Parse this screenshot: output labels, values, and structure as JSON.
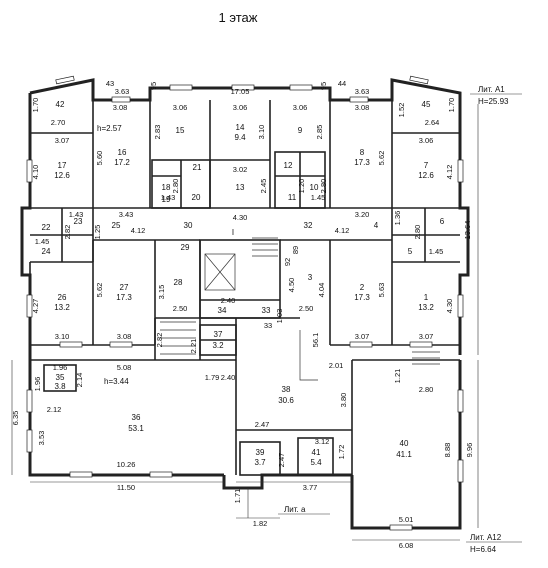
{
  "title": "1 этаж",
  "labels": {
    "lit_a1": "Лит. А1",
    "h_a1": "H=25.93",
    "lit_a12": "Лит. А12",
    "h_a12": "H=6.64",
    "lit_a": "Лит. а"
  },
  "heights": {
    "h_16": "h=2.57",
    "h_36": "h=3.44"
  },
  "rooms": [
    {
      "num": "42",
      "area": ""
    },
    {
      "num": "45",
      "area": ""
    },
    {
      "num": "15",
      "area": ""
    },
    {
      "num": "14",
      "area": "9.4"
    },
    {
      "num": "9",
      "area": ""
    },
    {
      "num": "17",
      "area": "12.6"
    },
    {
      "num": "16",
      "area": "17.2"
    },
    {
      "num": "8",
      "area": "17.3"
    },
    {
      "num": "7",
      "area": "12.6"
    },
    {
      "num": "13",
      "area": ""
    },
    {
      "num": "21",
      "area": ""
    },
    {
      "num": "18",
      "area": ""
    },
    {
      "num": "19",
      "area": ""
    },
    {
      "num": "20",
      "area": ""
    },
    {
      "num": "12",
      "area": ""
    },
    {
      "num": "10",
      "area": ""
    },
    {
      "num": "11",
      "area": ""
    },
    {
      "num": "22",
      "area": ""
    },
    {
      "num": "23",
      "area": ""
    },
    {
      "num": "24",
      "area": ""
    },
    {
      "num": "25",
      "area": ""
    },
    {
      "num": "30",
      "area": ""
    },
    {
      "num": "I",
      "area": ""
    },
    {
      "num": "32",
      "area": ""
    },
    {
      "num": "4",
      "area": ""
    },
    {
      "num": "5",
      "area": ""
    },
    {
      "num": "6",
      "area": ""
    },
    {
      "num": "29",
      "area": ""
    },
    {
      "num": "26",
      "area": "13.2"
    },
    {
      "num": "27",
      "area": "17.3"
    },
    {
      "num": "28",
      "area": ""
    },
    {
      "num": "3",
      "area": ""
    },
    {
      "num": "2",
      "area": "17.3"
    },
    {
      "num": "1",
      "area": "13.2"
    },
    {
      "num": "34",
      "area": ""
    },
    {
      "num": "33",
      "area": ""
    },
    {
      "num": "37",
      "area": "3.2"
    },
    {
      "num": "35",
      "area": "3.8"
    },
    {
      "num": "36",
      "area": "53.1"
    },
    {
      "num": "38",
      "area": "30.6"
    },
    {
      "num": "39",
      "area": "3.7"
    },
    {
      "num": "41",
      "area": "5.4"
    },
    {
      "num": "40",
      "area": "41.1"
    }
  ],
  "dimensions": [
    "43",
    "3.63",
    "95",
    "17.05",
    "95",
    "44",
    "3.63",
    "1.52",
    "1.70",
    "3.08",
    "3.06",
    "3.06",
    "3.06",
    "3.08",
    "1.70",
    "2.70",
    "2.64",
    "3.07",
    "3.06",
    "5.60",
    "2.83",
    "3.10",
    "2.85",
    "5.62",
    "4.10",
    "4.12",
    "3.02",
    "2.45",
    "2.80",
    "1.43",
    "1.45",
    "1.20",
    "2.80",
    "1.43",
    "3.43",
    "4.30",
    "3.20",
    "1.36",
    "2.82",
    "1.25",
    "4.12",
    "4.12",
    "2.80",
    "1.45",
    "1.45",
    "89",
    "92",
    "4.27",
    "5.62",
    "3.15",
    "4.50",
    "4.04",
    "5.63",
    "4.30",
    "2.50",
    "2.40",
    "2.50",
    "13.64",
    "3.10",
    "3.08",
    "3.07",
    "3.07",
    "33",
    "1.03",
    "56.1",
    "2.82",
    "2.21",
    "1.79",
    "2.01",
    "1.21",
    "2.80",
    "1.96",
    "5.08",
    "1.96",
    "2.14",
    "2.12",
    "3.80",
    "6.35",
    "3.53",
    "2.47",
    "3.12",
    "1.72",
    "2.47",
    "8.88",
    "9.96",
    "10.26",
    "11.50",
    "3.77",
    "1.71",
    "1.82",
    "5.01",
    "6.08",
    "2.40"
  ]
}
